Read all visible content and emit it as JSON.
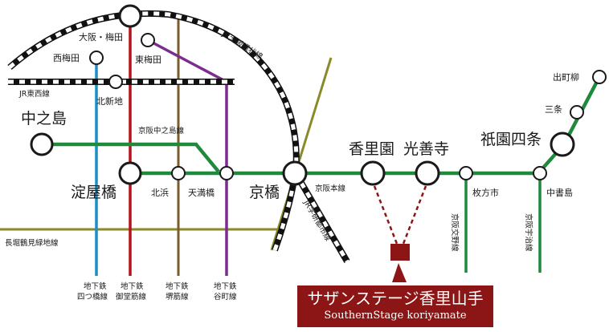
{
  "colors": {
    "keihan_main": "#1f8a3b",
    "midosuji": "#b5121b",
    "yotsubashi": "#1b8fc6",
    "sakaisuji": "#7a5c2e",
    "tanimachi": "#7b2d8e",
    "nagahori_tsurumi": "#8a8a2a",
    "property": "#8c1515"
  },
  "stations": {
    "nakanoshima": "中之島",
    "yodoyabashi": "淀屋橋",
    "kitahama": "北浜",
    "tenmabashi": "天満橋",
    "kyobashi": "京橋",
    "korien": "香里園",
    "kozenji": "光善寺",
    "hirakatashi": "枚方市",
    "gionshijo": "祇園四条",
    "sanjo": "三条",
    "demachiyanagi": "出町柳",
    "chushojima": "中書島",
    "osaka_umeda": "大阪・梅田",
    "nishiumeda": "西梅田",
    "higashiumeda": "東梅田",
    "kitashinchi": "北新地"
  },
  "lines": {
    "jr_loop": "JR大阪環状線",
    "jr_tozai": "JR東西線",
    "keihan_nakanoshima": "京阪中之島線",
    "keihan_main": "京阪本線",
    "jr_gakkentoshi": "JR学研都市線",
    "katano": "京阪交野線",
    "uji": "京阪宇治線",
    "nagahori": "長堀鶴見緑地線",
    "yotsubashi_l1": "地下鉄",
    "yotsubashi_l2": "四つ橋線",
    "midosuji_l1": "地下鉄",
    "midosuji_l2": "御堂筋線",
    "sakaisuji_l1": "地下鉄",
    "sakaisuji_l2": "堺筋線",
    "tanimachi_l1": "地下鉄",
    "tanimachi_l2": "谷町線"
  },
  "property": {
    "name_jp": "サザンステージ香里山手",
    "name_en": "SouthernStage koriyamate"
  }
}
